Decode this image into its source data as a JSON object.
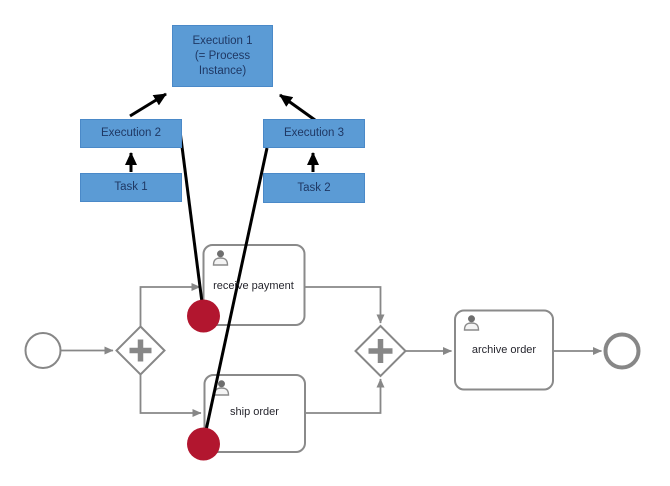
{
  "execution_tree": {
    "execution1": {
      "lines": [
        "Execution 1",
        "(= Process",
        "Instance)"
      ]
    },
    "execution2": {
      "label": "Execution 2"
    },
    "execution3": {
      "label": "Execution 3"
    },
    "task1": {
      "label": "Task 1"
    },
    "task2": {
      "label": "Task 2"
    }
  },
  "process": {
    "tasks": {
      "receive_payment": {
        "label": "receive payment"
      },
      "ship_order": {
        "label": "ship order"
      },
      "archive_order": {
        "label": "archive order"
      }
    },
    "icons": {
      "task_icon": "user-silhouette"
    }
  },
  "colors": {
    "box_fill": "#5b9bd5",
    "box_border": "#4a89c8",
    "box_text": "#1f3864",
    "bpmn_stroke": "#878787",
    "bpmn_text": "#26262e",
    "pointer_red": "#b2162f",
    "arrow_black": "#000000",
    "background": "#ffffff"
  }
}
